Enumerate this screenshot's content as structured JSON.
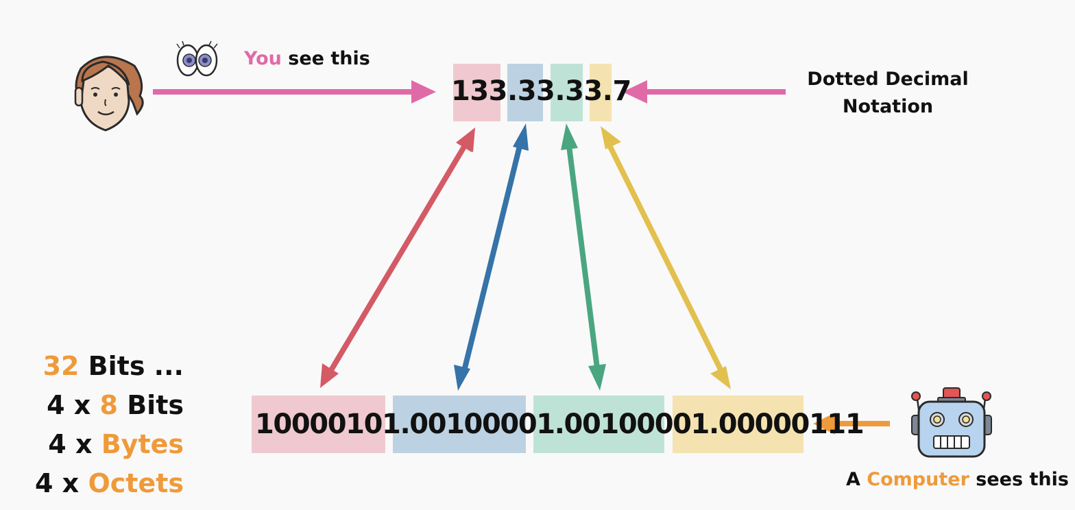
{
  "colors": {
    "pink": "#e06aa8",
    "orange": "#ef9a3a",
    "octet1_fill": "#efc9cf",
    "octet2_fill": "#bcd2e2",
    "octet3_fill": "#bfe2d7",
    "octet4_fill": "#f4e2b0",
    "octet1_arrow": "#d45a66",
    "octet2_arrow": "#3573a8",
    "octet3_arrow": "#4aa680",
    "octet4_arrow": "#e2c04e"
  },
  "icons": {
    "person": "person-face-icon",
    "eyes": "eyes-icon",
    "robot": "robot-icon"
  },
  "you_caption": {
    "highlight": "You",
    "rest": " see this"
  },
  "notation_label": {
    "line1": "Dotted Decimal",
    "line2": "Notation"
  },
  "decimal": {
    "octets": [
      "133",
      "33",
      "33",
      "7"
    ],
    "separator": "."
  },
  "binary": {
    "octets": [
      "10000101",
      "00100001",
      "00100001",
      "00000111"
    ],
    "separator": "."
  },
  "bits_lines": [
    {
      "pre": "",
      "highlight": "32",
      "post": " Bits ..."
    },
    {
      "pre": "4 x ",
      "highlight": "8",
      "post": " Bits"
    },
    {
      "pre": "4 x ",
      "highlight": "Bytes",
      "post": ""
    },
    {
      "pre": "4 x ",
      "highlight": "Octets",
      "post": ""
    }
  ],
  "computer_caption": {
    "pre": "A ",
    "highlight": "Computer",
    "post": " sees this"
  }
}
